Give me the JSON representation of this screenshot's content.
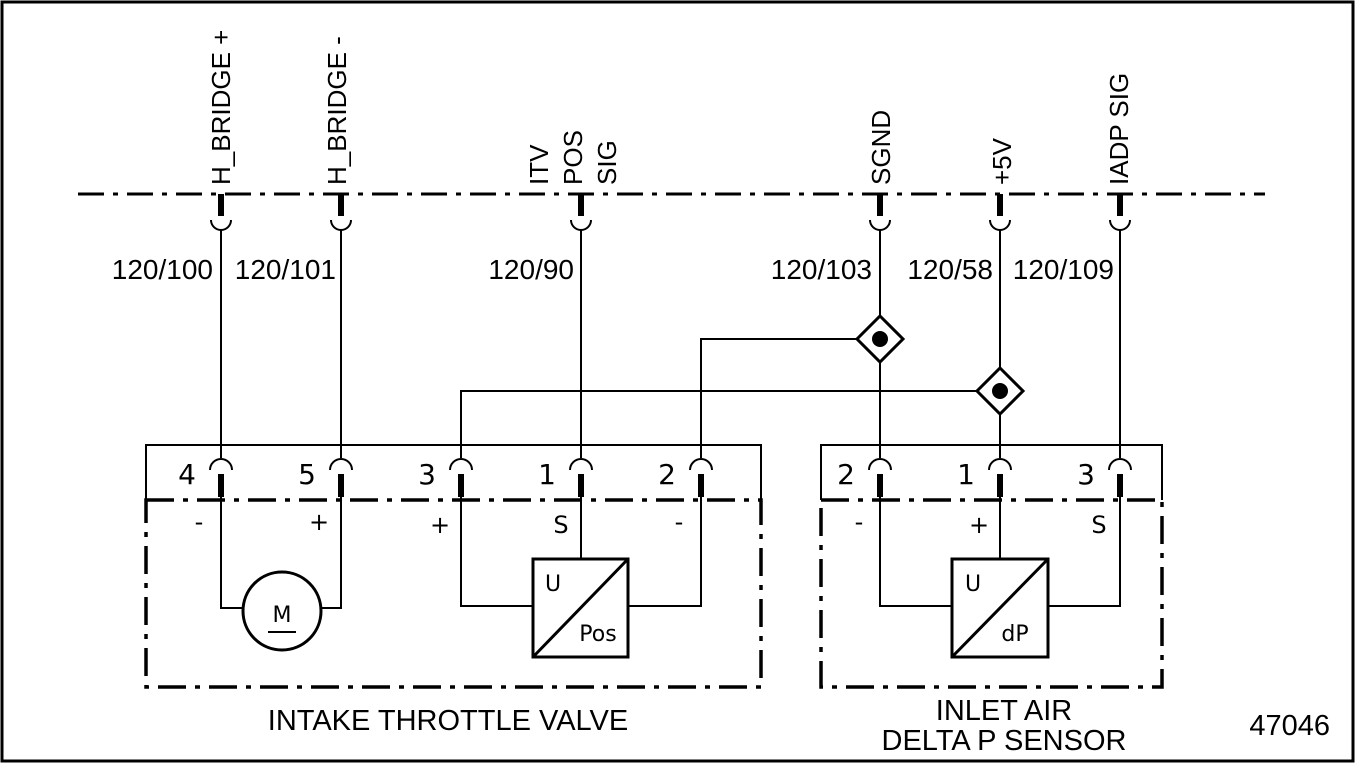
{
  "bus_signals": [
    {
      "key": "h_bridge_plus",
      "lines": [
        "H_BRIDGE +"
      ]
    },
    {
      "key": "h_bridge_minus",
      "lines": [
        "H_BRIDGE -"
      ]
    },
    {
      "key": "itv_pos_sig",
      "lines": [
        "ITV",
        "POS",
        "SIG"
      ]
    },
    {
      "key": "sgnd",
      "lines": [
        "SGND"
      ]
    },
    {
      "key": "plus_5v",
      "lines": [
        "+5V"
      ]
    },
    {
      "key": "iadp_sig",
      "lines": [
        "IADP SIG"
      ]
    }
  ],
  "wire_labels": [
    "120/100",
    "120/101",
    "120/90",
    "120/103",
    "120/58",
    "120/109"
  ],
  "throttle_valve": {
    "title": "INTAKE THROTTLE VALVE",
    "pins": [
      "4",
      "5",
      "3",
      "1",
      "2"
    ],
    "polarity": [
      "-",
      "+",
      "+",
      "S",
      "-"
    ],
    "motor_label": "M",
    "converter_top": "U",
    "converter_bottom": "Pos"
  },
  "delta_p_sensor": {
    "title_line1": "INLET AIR",
    "title_line2": "DELTA P SENSOR",
    "pins": [
      "2",
      "1",
      "3"
    ],
    "polarity": [
      "-",
      "+",
      "S"
    ],
    "converter_top": "U",
    "converter_bottom": "dP"
  },
  "figure_number": "47046"
}
